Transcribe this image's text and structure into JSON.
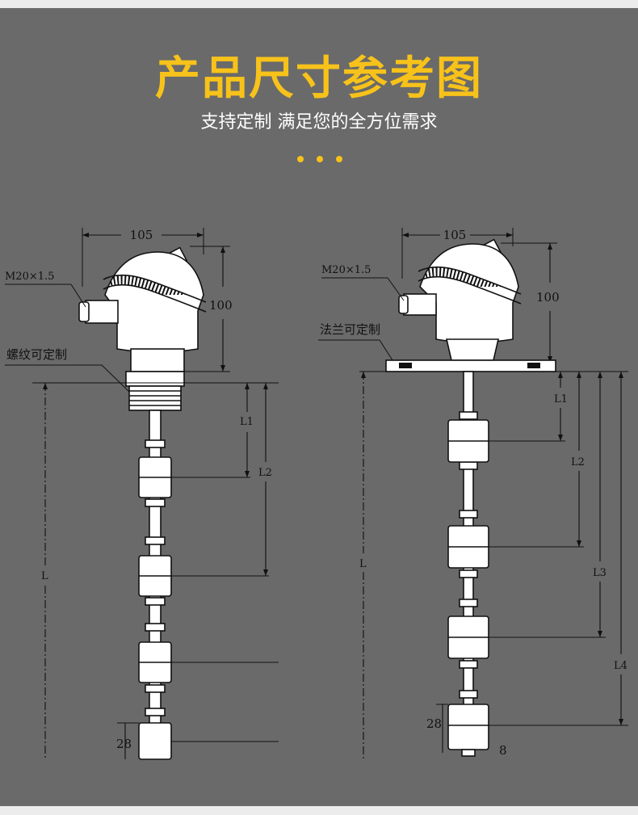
{
  "header": {
    "title": "产品尺寸参考图",
    "subtitle": "支持定制 满足您的全方位需求"
  },
  "diagrams": {
    "left": {
      "width_label": "105",
      "height_label": "100",
      "thread_label": "M20×1.5",
      "custom_label": "螺纹可定制",
      "l1": "L1",
      "l2": "L2",
      "l_total": "L",
      "float_size": "28"
    },
    "right": {
      "width_label": "105",
      "height_label": "100",
      "thread_label": "M20×1.5",
      "custom_label": "法兰可定制",
      "l1": "L1",
      "l2": "L2",
      "l3": "L3",
      "l4": "L4",
      "l_total": "L",
      "float_size": "28",
      "end_size": "8"
    }
  },
  "colors": {
    "background": "#6a6a6a",
    "accent": "#f7c21a",
    "subtitle": "#ffffff",
    "line": "#111111",
    "part_fill": "#ffffff"
  }
}
